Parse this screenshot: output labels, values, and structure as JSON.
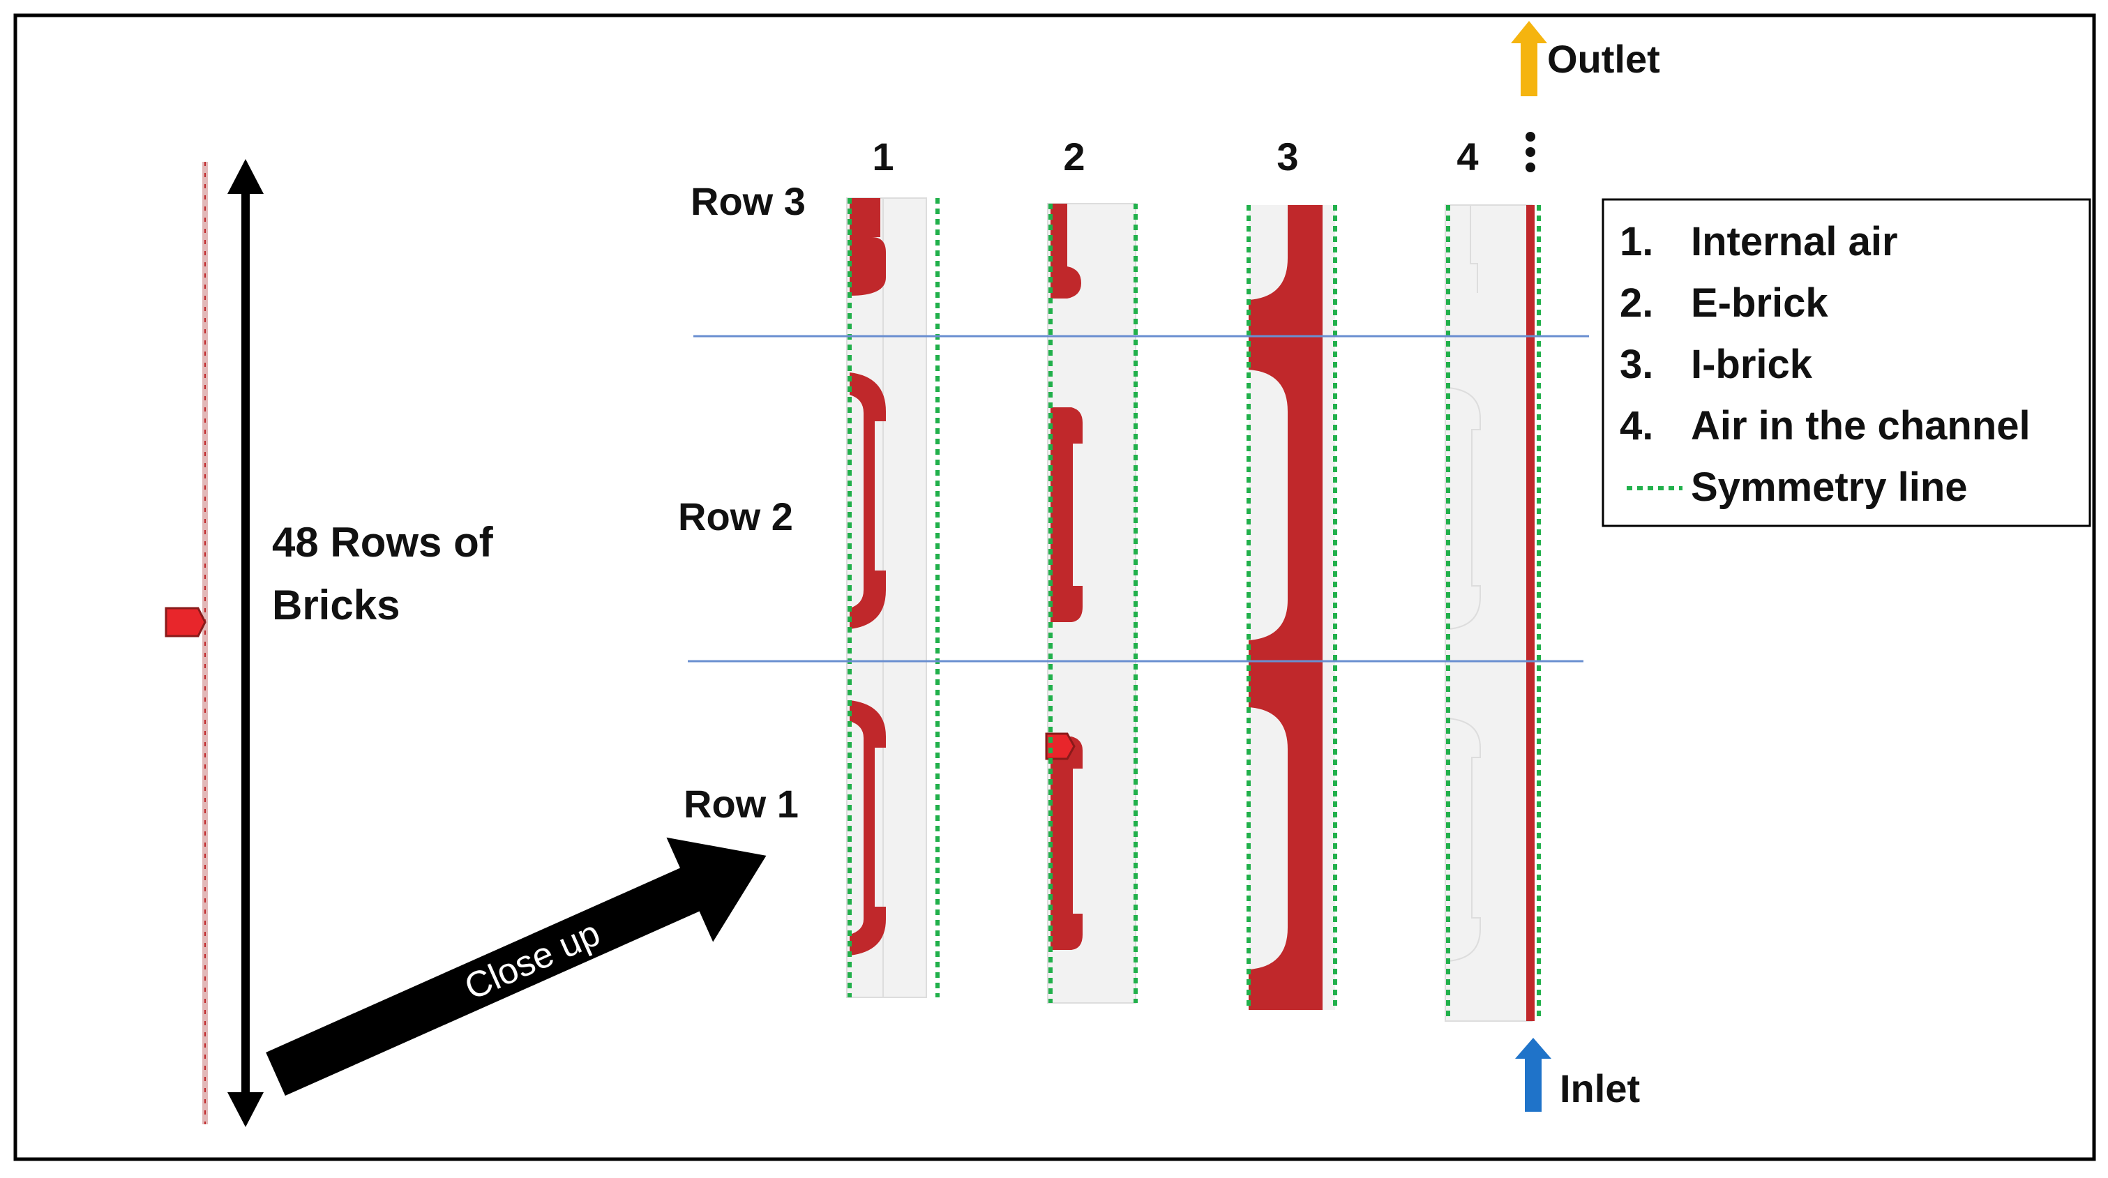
{
  "colors": {
    "brick": "#c0282b",
    "column_bg": "#f2f2f2",
    "symmetry": "#21b04b",
    "row_divider": "#6a8fd0",
    "outlet_arrow": "#f5b40f",
    "inlet_arrow": "#1f73c9",
    "frame": "#000000"
  },
  "overview": {
    "label_line1": "48 Rows of",
    "label_line2": "Bricks",
    "closeup_label": "Close up"
  },
  "columns": [
    "1",
    "2",
    "3",
    "4"
  ],
  "continuation_mark": "⋮",
  "rows": [
    "Row 3",
    "Row 2",
    "Row 1"
  ],
  "flow": {
    "outlet": "Outlet",
    "inlet": "Inlet"
  },
  "legend": {
    "items": [
      {
        "num": "1.",
        "text": "Internal air"
      },
      {
        "num": "2.",
        "text": "E-brick"
      },
      {
        "num": "3.",
        "text": "I-brick"
      },
      {
        "num": "4.",
        "text": "Air in the channel"
      }
    ],
    "symmetry_text": "Symmetry line"
  }
}
